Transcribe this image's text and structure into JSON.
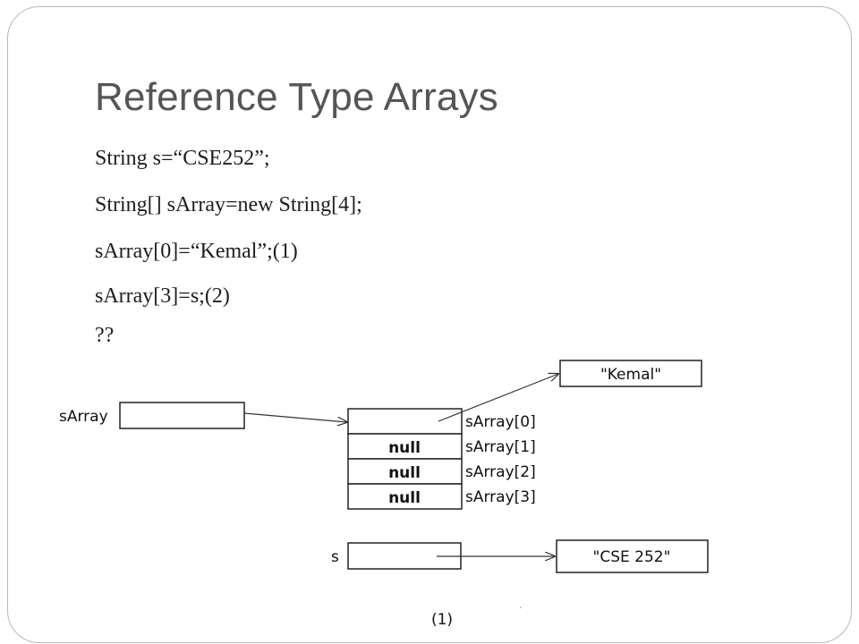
{
  "slide": {
    "title": "Reference Type Arrays",
    "code_lines": [
      "String s=“CSE252”;",
      "String[] sArray=new String[4];",
      "sArray[0]=“Kemal”;(1)",
      "sArray[3]=s;(2)",
      "??"
    ]
  },
  "diagram": {
    "array_var_label": "sArray",
    "s_var_label": "s",
    "cells": [
      "",
      "null",
      "null",
      "null"
    ],
    "cell_labels": [
      "sArray[0]",
      "sArray[1]",
      "sArray[2]",
      "sArray[3]"
    ],
    "kemal_string": "\"Kemal\"",
    "cse_string": "\"CSE 252\"",
    "caption": "(1)",
    "dot": "."
  }
}
